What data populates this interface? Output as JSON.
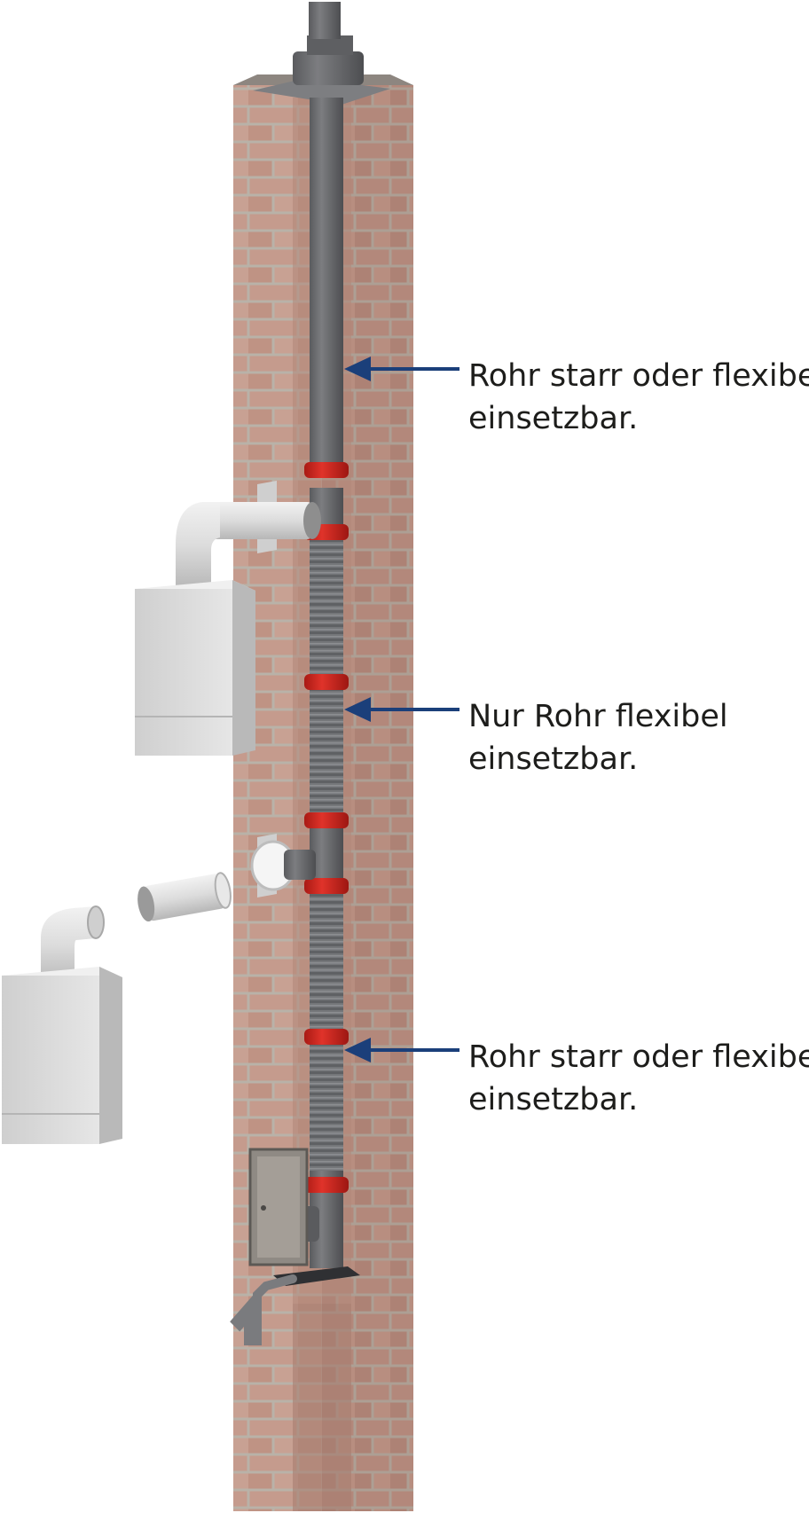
{
  "callouts": [
    {
      "line1": "Rohr starr oder flexibel",
      "line2": "einsetzbar."
    },
    {
      "line1": "Nur Rohr flexibel",
      "line2": "einsetzbar."
    },
    {
      "line1": "Rohr starr oder flexibel",
      "line2": "einsetzbar."
    }
  ],
  "colors": {
    "arrow": "#1b3f7a",
    "brick": "#c2978a",
    "mortar": "#b9b2a8",
    "pipe": "#6e6f72",
    "seal": "#d6261f",
    "boiler": "#d9d9d9"
  }
}
